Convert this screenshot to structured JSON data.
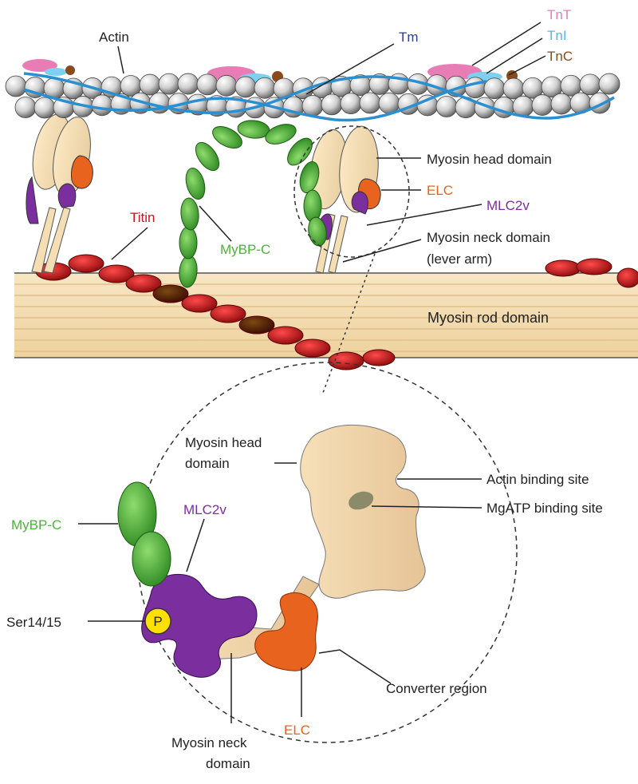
{
  "labels": {
    "actin": "Actin",
    "tm": "Tm",
    "tnt": "TnT",
    "tni": "TnI",
    "tnc": "TnC",
    "myosin_head_domain": "Myosin head domain",
    "elc": "ELC",
    "mlc2v": "MLC2v",
    "titin": "Titin",
    "mybpc": "MyBP-C",
    "myosin_neck_domain": "Myosin neck domain",
    "lever_arm": "(lever arm)",
    "myosin_rod_domain": "Myosin rod domain"
  },
  "inset_labels": {
    "myosin_head_line1": "Myosin head",
    "myosin_head_line2": "domain",
    "actin_binding_site": "Actin binding site",
    "mgatp_binding_site": "MgATP binding site",
    "mybpc": "MyBP-C",
    "mlc2v": "MLC2v",
    "ser": "Ser14/15",
    "p": "P",
    "converter_region": "Converter region",
    "elc": "ELC",
    "myosin_neck_line1": "Myosin neck",
    "myosin_neck_line2": "domain"
  },
  "colors": {
    "tnt": "#e87db6",
    "tni": "#7fd0f0",
    "tnc": "#8a4a1e",
    "tm": "#2a3f9e",
    "tm_strand": "#2a8fd0",
    "elc": "#e8641e",
    "mlc2v": "#7b2e9e",
    "titin": "#c8141e",
    "mybpc": "#4db33a",
    "myosin": "#f5deb3",
    "phospho": "#ffe000"
  }
}
